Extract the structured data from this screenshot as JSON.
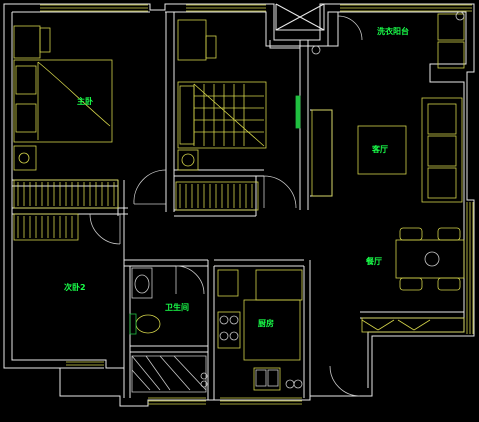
{
  "rooms": {
    "master_bedroom": "主卧",
    "laundry_balcony": "洗衣阳台",
    "living_room": "客厅",
    "dining_room": "餐厅",
    "second_bedroom": "次卧2",
    "bathroom": "卫生间",
    "kitchen": "厨房"
  },
  "colors": {
    "background": "#000000",
    "wall": "#e8e8e8",
    "furniture": "#d4d44a",
    "fixture": "#c8c8c8",
    "label": "#19ff4a",
    "accent": "#20c040"
  }
}
